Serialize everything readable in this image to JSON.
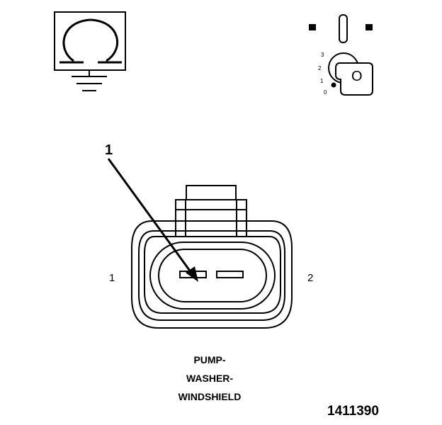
{
  "ohmmeter_symbol": {
    "icon": "omega-ground-icon",
    "glyph": "Ω"
  },
  "ignition_switch": {
    "icon": "ignition-key-icon",
    "positions": [
      "3",
      "2",
      "1",
      "0"
    ],
    "key_glyph": "O"
  },
  "connector": {
    "callout_number": "1",
    "pin_left": "1",
    "pin_right": "2"
  },
  "title_lines": [
    "PUMP-",
    "WASHER-",
    "WINDSHIELD"
  ],
  "figure_id": "1411390"
}
